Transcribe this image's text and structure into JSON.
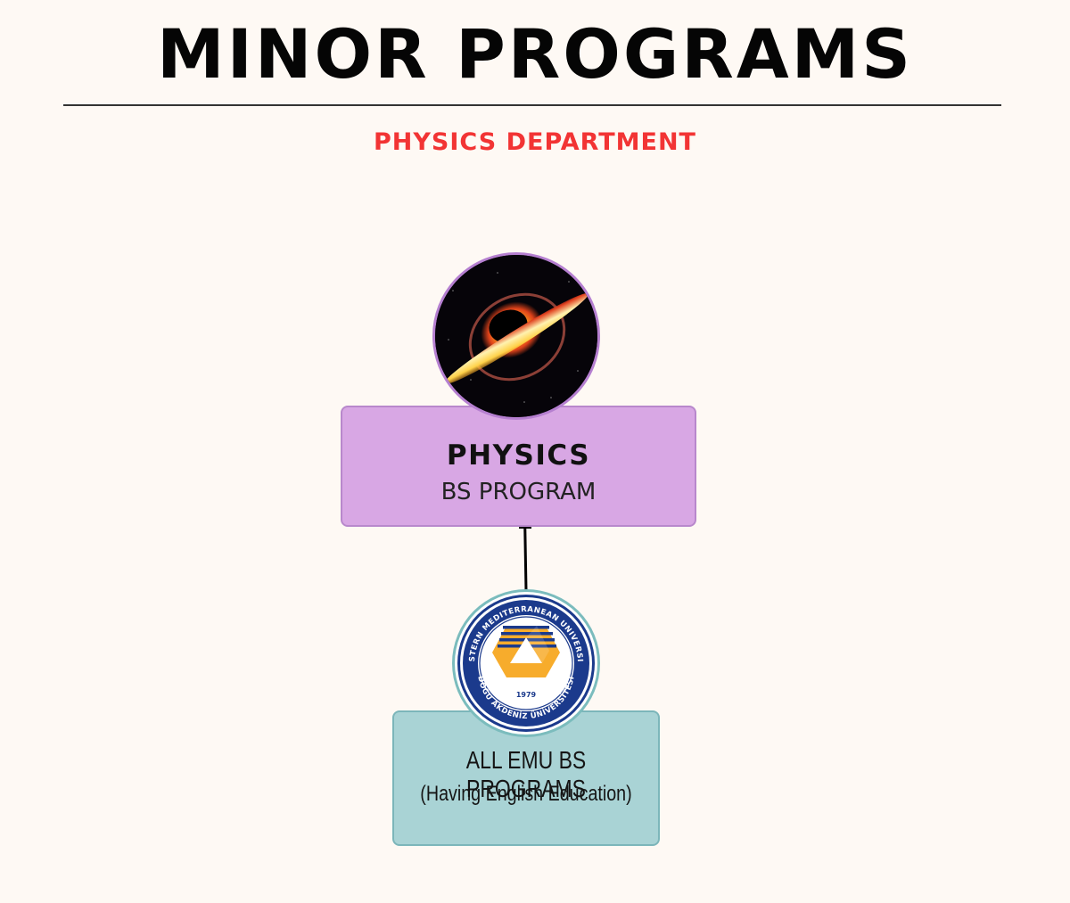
{
  "header": {
    "title": "MINOR PROGRAMS",
    "subtitle": "PHYSICS DEPARTMENT",
    "subtitle_color": "#f23434"
  },
  "nodes": [
    {
      "id": "physics",
      "icon": "black-hole-image",
      "title": "PHYSICS",
      "subtitle": "BS PROGRAM",
      "fill": "#d8a7e4",
      "border": "#b888cc"
    },
    {
      "id": "emu",
      "icon": "emu-university-seal",
      "title": "ALL EMU BS PROGRAMS",
      "subtitle": "(Having English Education)",
      "fill": "#a9d3d5",
      "border": "#7cb6ba",
      "seal": {
        "top_text": "EASTERN MEDITERRANEAN UNIVERSITY",
        "bottom_text": "DOĞU AKDENİZ ÜNİVERSİTESİ",
        "year": "1979"
      }
    }
  ],
  "edges": [
    {
      "from": "physics",
      "to": "emu",
      "style": "line-with-bar-ends"
    }
  ]
}
